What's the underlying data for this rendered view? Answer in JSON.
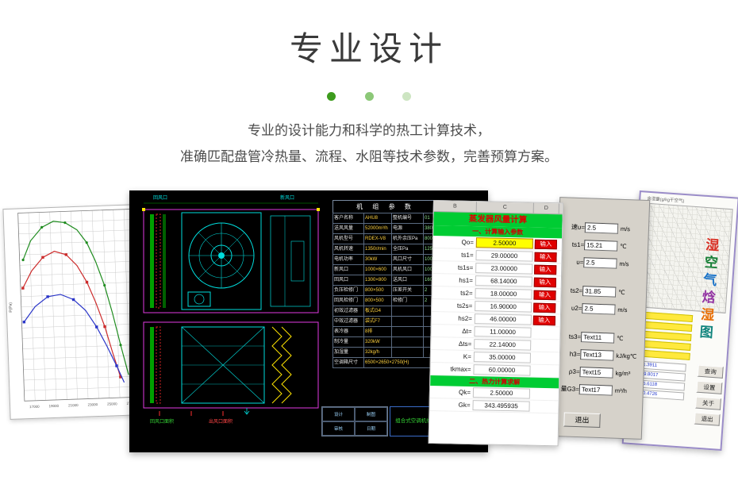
{
  "header": {
    "title": "专业设计",
    "desc_line1": "专业的设计能力和科学的热工计算技术，",
    "desc_line2": "准确匹配盘管冷热量、流程、水阻等技术参数，完善预算方案。",
    "dot_colors": [
      "#3d9b1d",
      "#8cc878",
      "#cde5c2"
    ]
  },
  "chart_data": {
    "type": "line",
    "title": "",
    "xlabel_ticks": [
      "17000",
      "19000",
      "21000",
      "23000",
      "25000",
      "27000"
    ],
    "ylabel": "P(Pa)",
    "grid": true,
    "series": [
      {
        "name": "green",
        "color": "#1f8c1f",
        "marker": "circle",
        "points": [
          [
            0.03,
            0.25
          ],
          [
            0.1,
            0.15
          ],
          [
            0.2,
            0.08
          ],
          [
            0.3,
            0.05
          ],
          [
            0.4,
            0.06
          ],
          [
            0.5,
            0.1
          ],
          [
            0.58,
            0.17
          ],
          [
            0.65,
            0.27
          ],
          [
            0.72,
            0.4
          ],
          [
            0.78,
            0.55
          ],
          [
            0.84,
            0.72
          ],
          [
            0.9,
            0.88
          ]
        ]
      },
      {
        "name": "red",
        "color": "#cc2a2a",
        "marker": "square",
        "points": [
          [
            0.02,
            0.4
          ],
          [
            0.1,
            0.31
          ],
          [
            0.2,
            0.24
          ],
          [
            0.3,
            0.21
          ],
          [
            0.4,
            0.23
          ],
          [
            0.49,
            0.29
          ],
          [
            0.57,
            0.38
          ],
          [
            0.64,
            0.49
          ],
          [
            0.71,
            0.62
          ],
          [
            0.77,
            0.76
          ],
          [
            0.83,
            0.89
          ]
        ]
      },
      {
        "name": "blue",
        "color": "#2a35c8",
        "marker": "square",
        "points": [
          [
            0.02,
            0.58
          ],
          [
            0.12,
            0.5
          ],
          [
            0.23,
            0.45
          ],
          [
            0.34,
            0.44
          ],
          [
            0.45,
            0.47
          ],
          [
            0.55,
            0.53
          ],
          [
            0.64,
            0.62
          ],
          [
            0.72,
            0.72
          ],
          [
            0.8,
            0.83
          ],
          [
            0.86,
            0.92
          ]
        ]
      }
    ]
  },
  "cad": {
    "labels": {
      "top_left": "回风口",
      "top_right": "新风口",
      "bottom_red": "出风口面积",
      "bottom_green": "回风口面积"
    },
    "table_title": "机 组 参 数",
    "table_rows": [
      [
        "客户名称",
        "AHU8",
        "整机编号",
        "01"
      ],
      [
        "送风风量",
        "52000m³/h",
        "电源",
        "380V/3/50"
      ],
      [
        "风机型号",
        "RDEX-V8",
        "机外余压Pa",
        "800"
      ],
      [
        "风机转速",
        "1350r/min",
        "全压Pa",
        "1250"
      ],
      [
        "电机功率",
        "30kW",
        "风口尺寸",
        "1000×630"
      ],
      [
        "新风口",
        "1000×600",
        "风机风口",
        "1000×800"
      ],
      [
        "回风口",
        "1300×800",
        "送风口",
        "1600×800"
      ],
      [
        "负压检修门",
        "800×500",
        "压差开关",
        "2"
      ],
      [
        "回风检修门",
        "800×500",
        "检修门",
        "2"
      ],
      [
        "初效过滤器",
        "板式G4",
        "",
        ""
      ],
      [
        "中效过滤器",
        "袋式F7",
        "",
        ""
      ],
      [
        "表冷器",
        "8排",
        "",
        ""
      ],
      [
        "制冷量",
        "320kW",
        "",
        ""
      ],
      [
        "加湿量",
        "32kg/h",
        "",
        ""
      ]
    ],
    "table_footer": [
      "空调箱尺寸",
      "6500×2650×2750(H)"
    ],
    "titleblock": {
      "cells": [
        "设计",
        "制图",
        "审核",
        "日期"
      ],
      "name": "组合式空调机组"
    }
  },
  "excel": {
    "col_headers": [
      "B",
      "C",
      "D"
    ],
    "title": "蒸发器风量计算",
    "section1": "一、计算输入参数",
    "section2": "二、热力计算求解",
    "button_label": "输入",
    "rows1": [
      {
        "label": "Qo=",
        "value": "2.50000",
        "highlight": true,
        "btn": true
      },
      {
        "label": "ts1=",
        "value": "29.00000",
        "btn": true
      },
      {
        "label": "ts1s=",
        "value": "23.00000",
        "btn": true
      },
      {
        "label": "hs1=",
        "value": "68.14000",
        "btn": true
      },
      {
        "label": "ts2=",
        "value": "18.00000",
        "btn": true
      },
      {
        "label": "ts2s=",
        "value": "16.90000",
        "btn": true
      },
      {
        "label": "hs2=",
        "value": "46.00000",
        "btn": true
      },
      {
        "label": "Δt=",
        "value": "11.00000"
      },
      {
        "label": "Δts=",
        "value": "22.14000"
      },
      {
        "label": "K=",
        "value": "35.00000"
      },
      {
        "label": "tkmax=",
        "value": "60.00000"
      }
    ],
    "rows2": [
      {
        "label": "Qk=",
        "value": "2.50000"
      },
      {
        "label": "Gk=",
        "value": "343.495935"
      }
    ]
  },
  "dialog": {
    "fields": [
      {
        "label": "速υ=",
        "value": "2.5",
        "unit": "m/s"
      },
      {
        "label": "ts1=",
        "value": "15.21",
        "unit": "℃"
      },
      {
        "label": "υ=",
        "value": "2.5",
        "unit": "m/s"
      },
      {
        "label": "ts2=",
        "value": "31.85",
        "unit": "℃",
        "gap": true
      },
      {
        "label": "υ2=",
        "value": "2.5",
        "unit": "m/s"
      },
      {
        "label": "ts3=",
        "value": "Text11",
        "unit": "℃",
        "gap": true
      },
      {
        "label": "h3=",
        "value": "Text13",
        "unit": "kJ/kg℃"
      },
      {
        "label": "ρ3=",
        "value": "Text15",
        "unit": "kg/m³"
      },
      {
        "label": "量G3=",
        "value": "Text17",
        "unit": "m³/h"
      }
    ],
    "exit_label": "退出"
  },
  "psychro": {
    "axis_label": "含湿量(g/kg干空气)",
    "title_chars": [
      {
        "ch": "湿",
        "color": "#d93025"
      },
      {
        "ch": "空",
        "color": "#188038"
      },
      {
        "ch": "气",
        "color": "#1a73c8"
      },
      {
        "ch": "焓",
        "color": "#9334a3"
      },
      {
        "ch": "湿",
        "color": "#e8710a"
      },
      {
        "ch": "图",
        "color": "#12857e"
      }
    ],
    "bars": 5,
    "readouts": [
      "t=41.3911",
      "d=19.8017",
      "h=95.6118",
      "φ=60.4726"
    ],
    "buttons": [
      "查询",
      "设置",
      "关于",
      "退出"
    ]
  }
}
